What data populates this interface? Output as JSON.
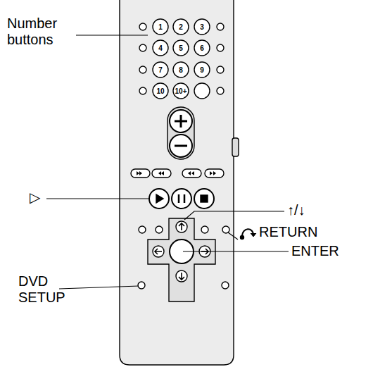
{
  "diagram": {
    "labels": [
      "Number buttons",
      "1",
      "2",
      "3",
      "4",
      "5",
      "6",
      "7",
      "8",
      "9",
      "10",
      "10+",
      "▷",
      "↑/↓",
      "RETURN",
      "ENTER",
      "DVD SETUP"
    ]
  }
}
